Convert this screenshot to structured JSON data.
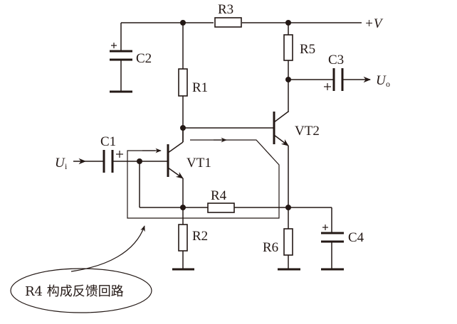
{
  "diagram": {
    "type": "circuit-schematic",
    "description": "Two-transistor direct-coupled amplifier with R4 negative feedback loop",
    "supply_label": "+V",
    "input_label": "U",
    "input_sub": "i",
    "output_label": "U",
    "output_sub": "o",
    "components": {
      "R1": "R1",
      "R2": "R2",
      "R3": "R3",
      "R4": "R4",
      "R5": "R5",
      "R6": "R6",
      "C1": "C1",
      "C2": "C2",
      "C3": "C3",
      "C4": "C4",
      "VT1": "VT1",
      "VT2": "VT2"
    },
    "polarity_mark": "+",
    "annotation": "R4 构成反馈回路"
  }
}
